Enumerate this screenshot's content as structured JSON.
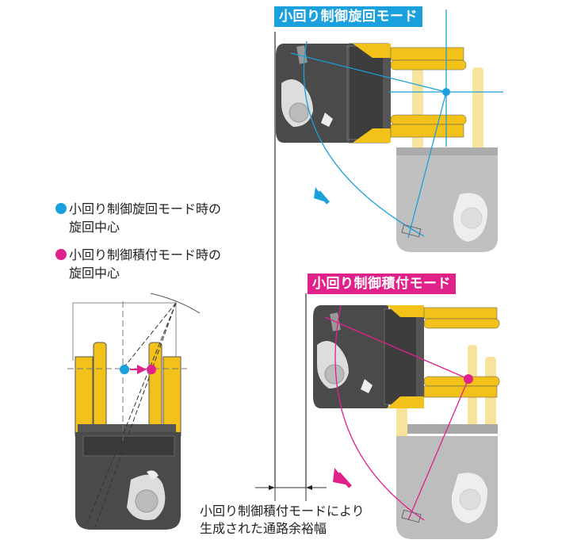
{
  "colors": {
    "swing_mode": "#1aa0dc",
    "load_mode": "#e0218a",
    "truck_yellow": "#f2c21a",
    "truck_body": "#4a4a4a",
    "ghost_body": "#bdbdbd",
    "ghost_yellow": "#f7e39a"
  },
  "top_panel": {
    "label": "小回り制御旋回モード"
  },
  "bottom_panel": {
    "label": "小回り制御積付モード"
  },
  "legend": {
    "items": [
      {
        "line1": "小回り制御旋回モード時の",
        "line2": "旋回中心",
        "color_key": "swing_mode"
      },
      {
        "line1": "小回り制御積付モード時の",
        "line2": "旋回中心",
        "color_key": "load_mode"
      }
    ]
  },
  "caption": {
    "line1": "小回り制御積付モードにより",
    "line2": "生成された通路余裕幅"
  }
}
